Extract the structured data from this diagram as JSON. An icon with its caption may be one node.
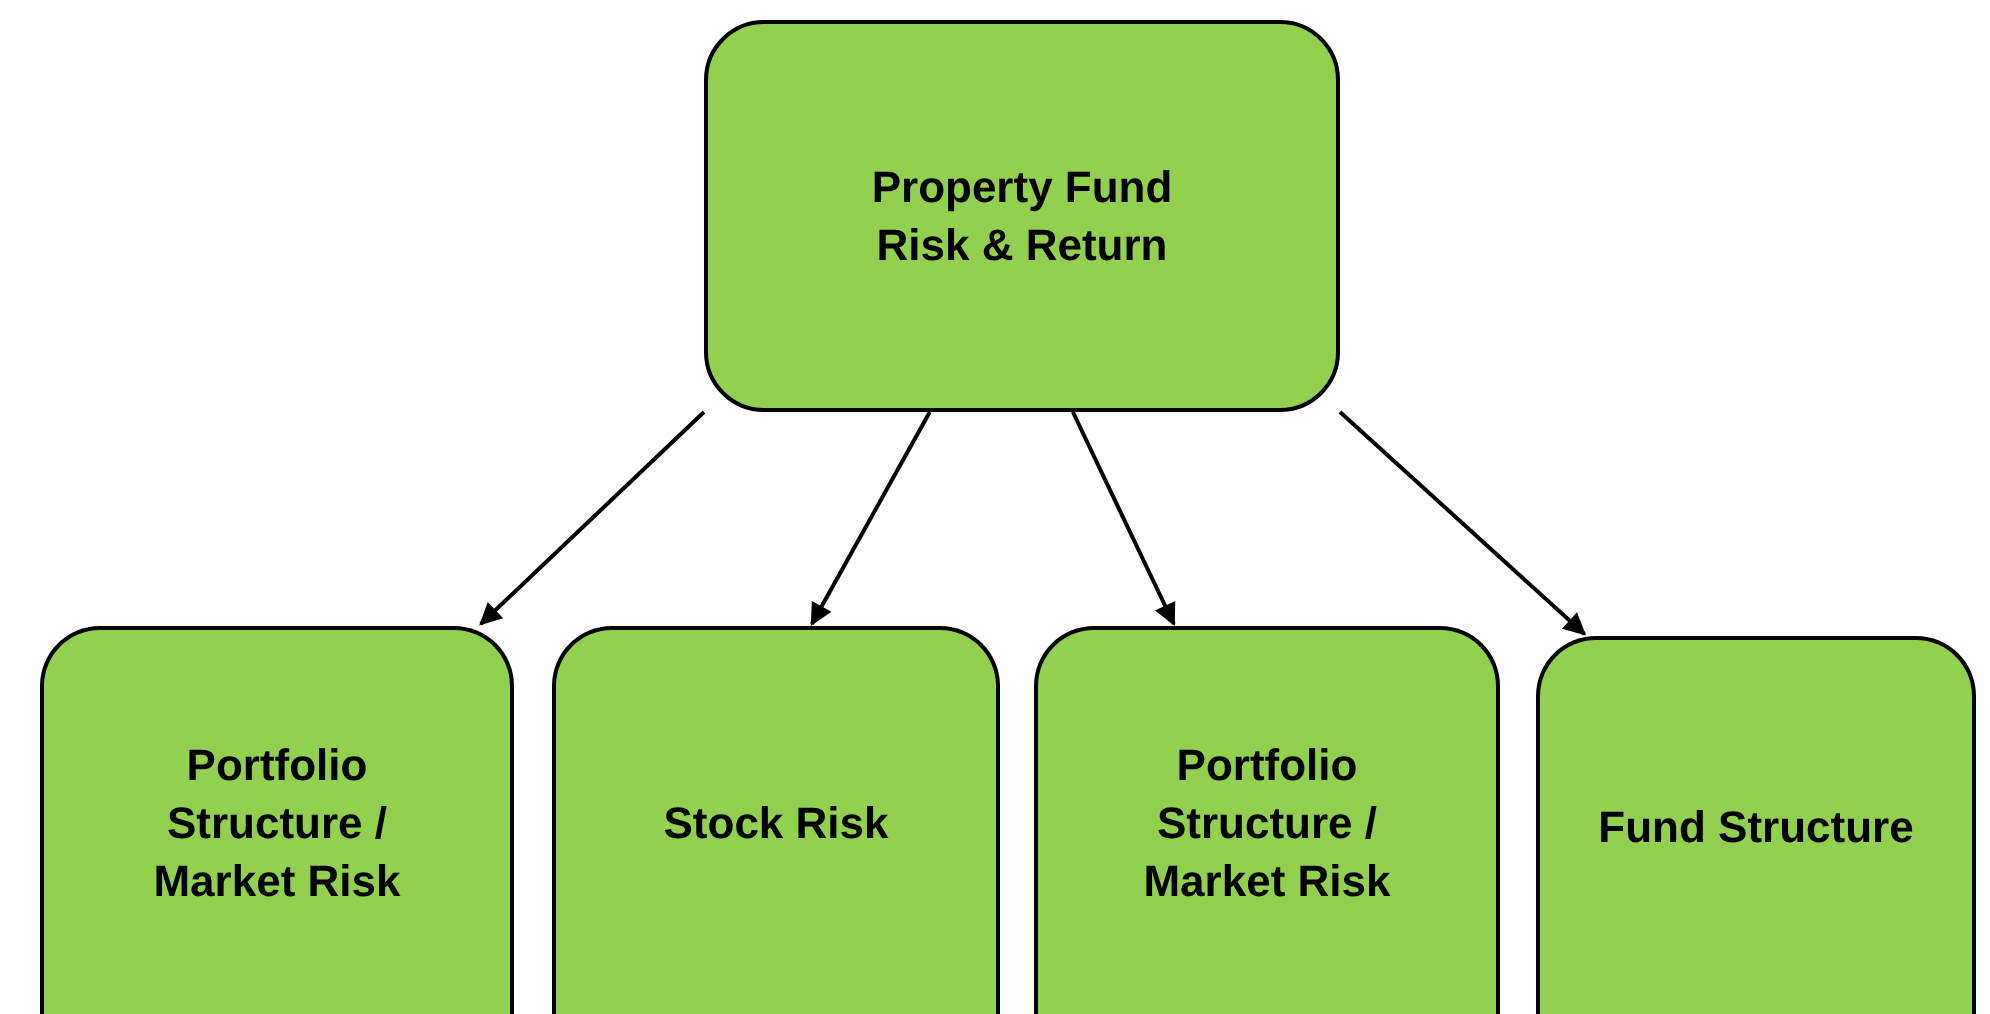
{
  "diagram": {
    "nodes": [
      {
        "text": [
          "Property Fund Risk & Return"
        ]
      },
      {
        "text": [
          "Portfolio Structure / Market Risk"
        ]
      },
      {
        "text": [
          "Stock Risk"
        ]
      },
      {
        "text": [
          "Portfolio Structure / Market Risk"
        ]
      },
      {
        "text": [
          "Fund Structure"
        ]
      }
    ],
    "edges": [
      {
        "from": 0,
        "to": 1,
        "arrow": "to"
      },
      {
        "from": 0,
        "to": 2,
        "arrow": "to"
      },
      {
        "from": 0,
        "to": 3,
        "arrow": "to"
      },
      {
        "from": 0,
        "to": 4,
        "arrow": "to"
      }
    ]
  }
}
